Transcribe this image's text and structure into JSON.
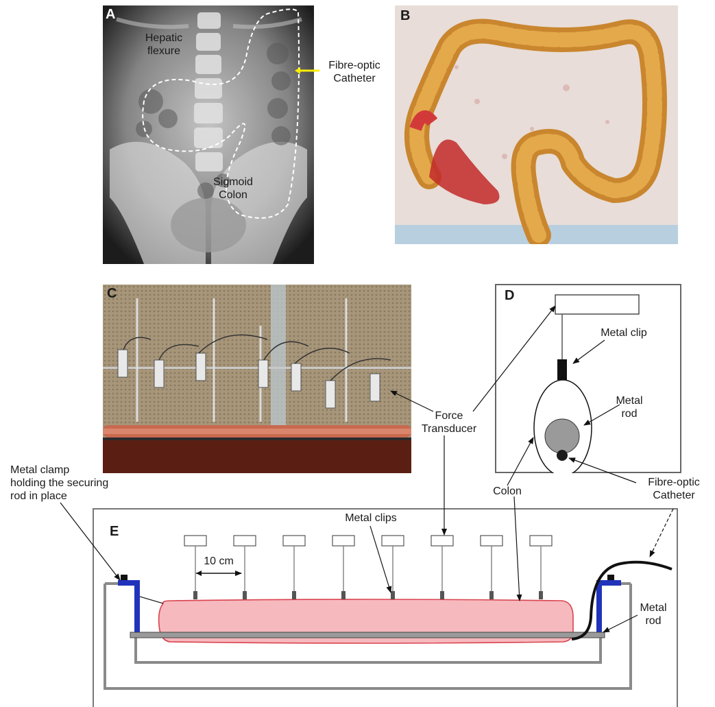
{
  "panelA": {
    "letter": "A",
    "labels": {
      "hepatic_1": "Hepatic",
      "hepatic_2": "flexure",
      "sigmoid_1": "Sigmoid",
      "sigmoid_2": "Colon",
      "catheter_1": "Fibre-optic",
      "catheter_2": "Catheter"
    }
  },
  "panelB": {
    "letter": "B"
  },
  "panelC": {
    "letter": "C"
  },
  "panelD": {
    "letter": "D",
    "labels": {
      "clip": "Metal clip",
      "rod_1": "Metal",
      "rod_2": "rod",
      "colon": "Colon",
      "catheter_1": "Fibre-optic",
      "catheter_2": "Catheter"
    }
  },
  "shared": {
    "force_1": "Force",
    "force_2": "Transducer"
  },
  "panelE": {
    "letter": "E",
    "labels": {
      "clamp_1": "Metal clamp",
      "clamp_2": "holding the securing",
      "clamp_3": "rod in place",
      "clips": "Metal clips",
      "distance": "10 cm",
      "rod_1": "Metal",
      "rod_2": "rod"
    },
    "transducer_count": 8
  },
  "colors": {
    "colon_fill": "#f6b9be",
    "colon_edge": "#d9444f",
    "clamp": "#2233bb",
    "frame": "#8a8a8a",
    "catheter_yellow": "#ffee00"
  }
}
